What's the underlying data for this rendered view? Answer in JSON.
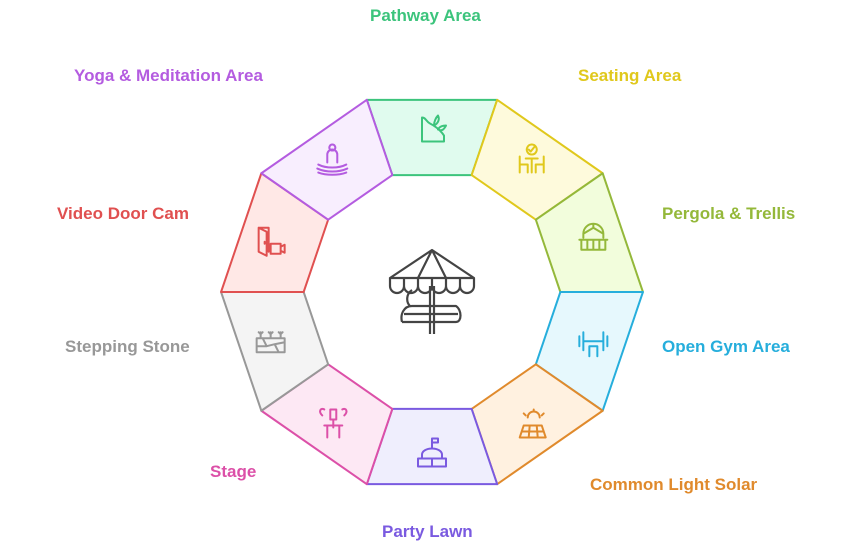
{
  "title": "Garden amenities",
  "center_icon": "patio-umbrella-icon",
  "segments": [
    {
      "label": "Pathway Area",
      "icon": "plant-path-icon",
      "stroke": "#3cc47c",
      "fill": "#e0fbee"
    },
    {
      "label": "Seating Area",
      "icon": "table-chairs-icon",
      "stroke": "#e0c81c",
      "fill": "#fefadc"
    },
    {
      "label": "Pergola & Trellis",
      "icon": "pergola-icon",
      "stroke": "#94b83a",
      "fill": "#f2fddc"
    },
    {
      "label": "Open Gym Area",
      "icon": "dumbbell-icon",
      "stroke": "#26aedc",
      "fill": "#e6f8fd"
    },
    {
      "label": "Common Light Solar",
      "icon": "solar-panel-icon",
      "stroke": "#e08a2c",
      "fill": "#fff1e0"
    },
    {
      "label": "Party Lawn",
      "icon": "lawn-icon",
      "stroke": "#7a5ae0",
      "fill": "#efeefd"
    },
    {
      "label": "Stage",
      "icon": "microphone-stage-icon",
      "stroke": "#dc50a8",
      "fill": "#fde8f4"
    },
    {
      "label": "Stepping Stone",
      "icon": "stepping-stone-icon",
      "stroke": "#989898",
      "fill": "#f4f4f4"
    },
    {
      "label": "Video Door Cam",
      "icon": "door-camera-icon",
      "stroke": "#e05050",
      "fill": "#ffe8e6"
    },
    {
      "label": "Yoga & Meditation Area",
      "icon": "meditation-icon",
      "stroke": "#b45ce0",
      "fill": "#f8eefe"
    }
  ]
}
